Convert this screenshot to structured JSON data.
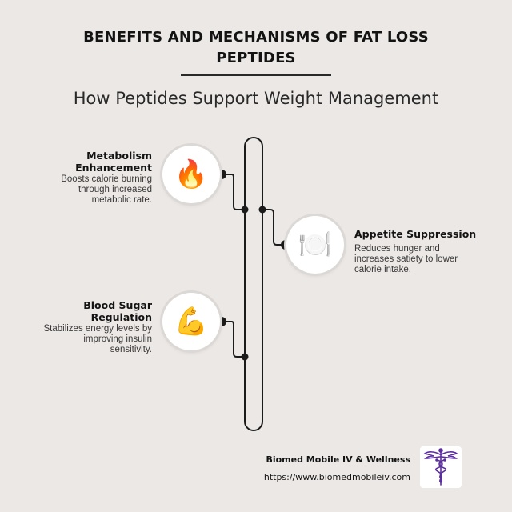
{
  "header": {
    "title_line1": "BENEFITS AND MECHANISMS OF FAT LOSS",
    "title_line2": "PEPTIDES",
    "subtitle": "How Peptides Support Weight Management"
  },
  "benefits": [
    {
      "title_line1": "Metabolism",
      "title_line2": "Enhancement",
      "desc_line1": "Boosts calorie burning",
      "desc_line2": "through increased",
      "desc_line3": "metabolic rate.",
      "icon": "fire-icon",
      "emoji": "🔥"
    },
    {
      "title_line1": "Appetite Suppression",
      "desc_line1": "Reduces hunger and",
      "desc_line2": "increases satiety to lower",
      "desc_line3": "calorie intake.",
      "icon": "plate-cutlery-icon",
      "emoji": "🍽️"
    },
    {
      "title_line1": "Blood Sugar",
      "title_line2": "Regulation",
      "desc_line1": "Stabilizes energy levels by",
      "desc_line2": "improving insulin",
      "desc_line3": "sensitivity.",
      "icon": "flexed-bicep-icon",
      "emoji": "💪"
    }
  ],
  "footer": {
    "company": "Biomed Mobile IV & Wellness",
    "url": "https://www.biomedmobileiv.com",
    "logo_icon": "caduceus-icon",
    "logo_color": "#5b2d9e"
  },
  "colors": {
    "background": "#ebe8e6",
    "line": "#1c1b1b",
    "circle": "#ffffff"
  }
}
